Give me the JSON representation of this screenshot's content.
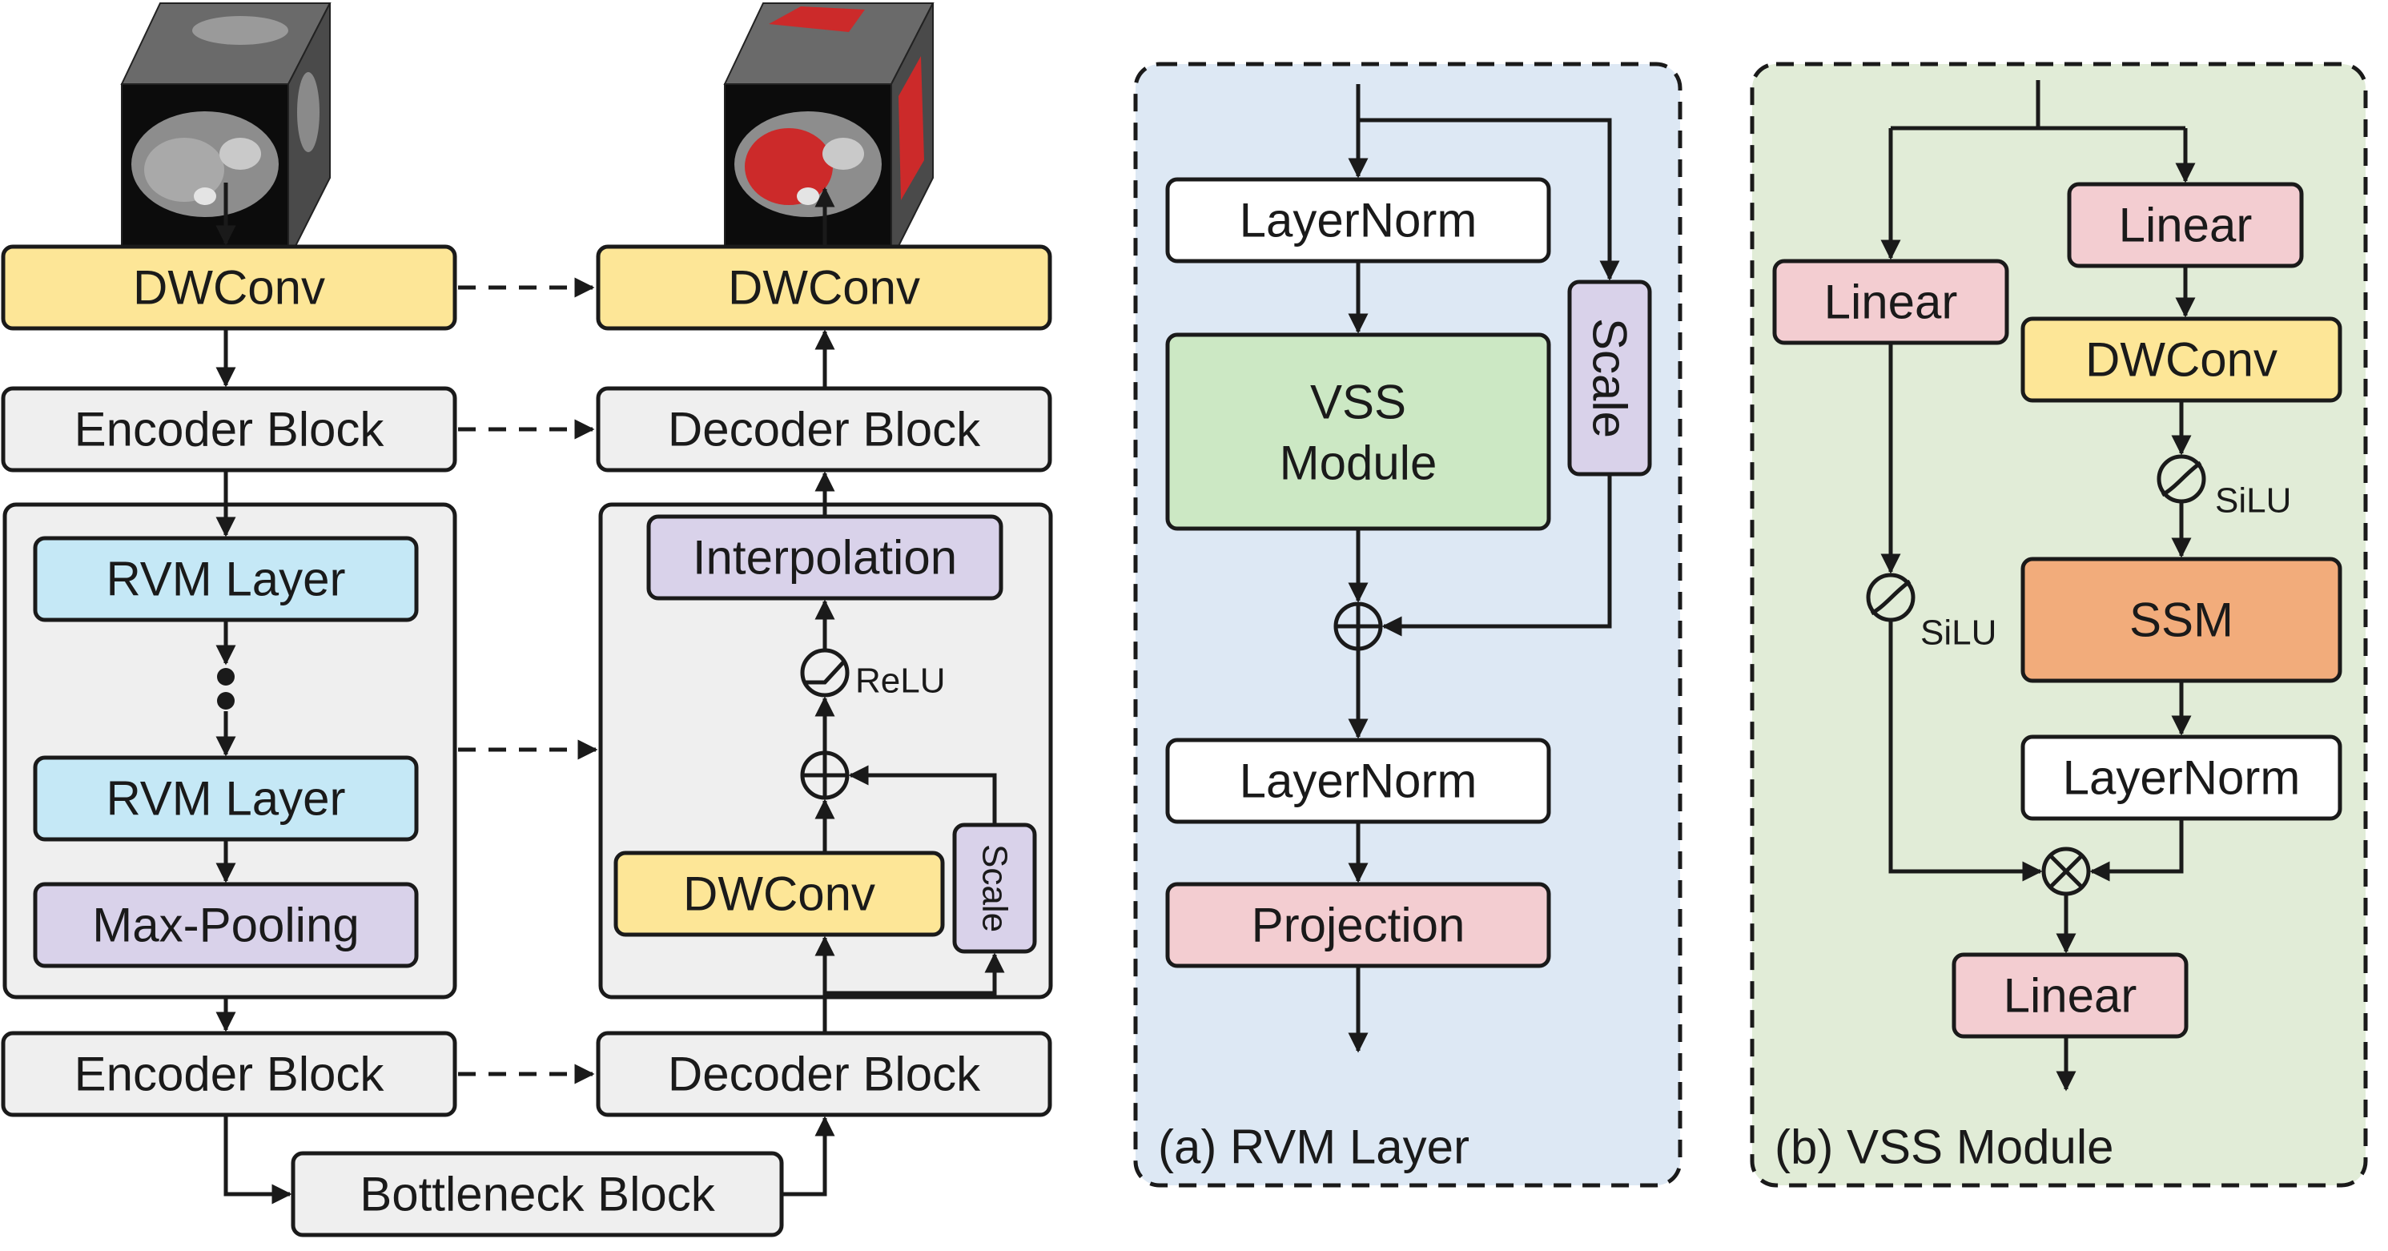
{
  "colors": {
    "yellow": "#fde697",
    "gray": "#efefef",
    "blue": "#c5e8f6",
    "purple": "#d9d2ea",
    "green": "#cce8c4",
    "pink": "#f3cdd1",
    "orange": "#f2ac7b",
    "white": "#ffffff",
    "panel_a_bg": "#dde8f4",
    "panel_b_bg": "#e1ecd7",
    "mask_red": "#cc2a2a"
  },
  "main": {
    "enc_dwconv": "DWConv",
    "enc_block_1": "Encoder Block",
    "rvm_layer_1": "RVM Layer",
    "rvm_layer_2": "RVM Layer",
    "max_pooling": "Max-Pooling",
    "enc_block_2": "Encoder Block",
    "bottleneck": "Bottleneck Block",
    "dec_dwconv": "DWConv",
    "dec_block_1": "Decoder Block",
    "interpolation": "Interpolation",
    "relu": "ReLU",
    "inner_dwconv": "DWConv",
    "inner_scale": "Scale",
    "dec_block_2": "Decoder Block"
  },
  "panel_a": {
    "caption": "(a) RVM Layer",
    "layernorm_1": "LayerNorm",
    "vss_line1": "VSS",
    "vss_line2": "Module",
    "scale": "Scale",
    "layernorm_2": "LayerNorm",
    "projection": "Projection"
  },
  "panel_b": {
    "caption": "(b) VSS Module",
    "linear_right": "Linear",
    "linear_left": "Linear",
    "dwconv": "DWConv",
    "silu_right": "SiLU",
    "silu_left": "SiLU",
    "ssm": "SSM",
    "layernorm": "LayerNorm",
    "linear_out": "Linear"
  }
}
